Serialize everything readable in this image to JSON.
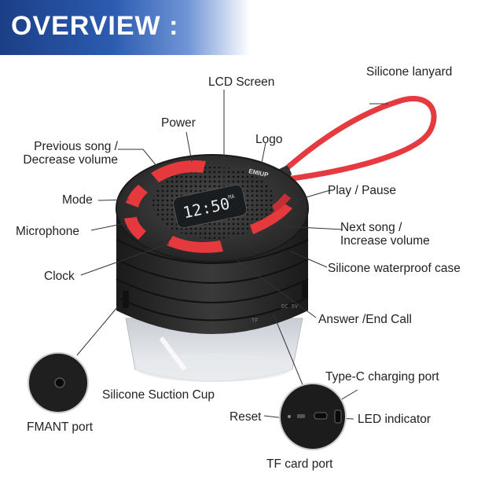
{
  "header": {
    "title": "OVERVIEW :"
  },
  "labels": {
    "lcd_screen": "LCD Screen",
    "silicone_lanyard": "Silicone lanyard",
    "power": "Power",
    "logo": "Logo",
    "previous_song": "Previous song /",
    "decrease_volume": "Decrease volume",
    "play_pause": "Play / Pause",
    "mode": "Mode",
    "next_song": "Next song /",
    "increase_volume": "Increase volume",
    "microphone": "Microphone",
    "waterproof_case": "Silicone waterproof case",
    "clock": "Clock",
    "answer_end_call": "Answer /End Call",
    "type_c_port": "Type-C charging port",
    "suction_cup": "Silicone Suction Cup",
    "reset": "Reset",
    "led_indicator": "LED indicator",
    "fmant_port": "FMANT port",
    "tf_card_port": "TF card port"
  },
  "device": {
    "lcd_time": "12:50",
    "lcd_unit": "MA",
    "brand": "EMIUP",
    "side_text": "TF",
    "side_text_2": "DC 5V"
  },
  "colors": {
    "banner": "#2c5bb0",
    "accent_red": "#e5393e",
    "body_dark": "#2b2b2b",
    "lanyard": "#e53a3f"
  }
}
